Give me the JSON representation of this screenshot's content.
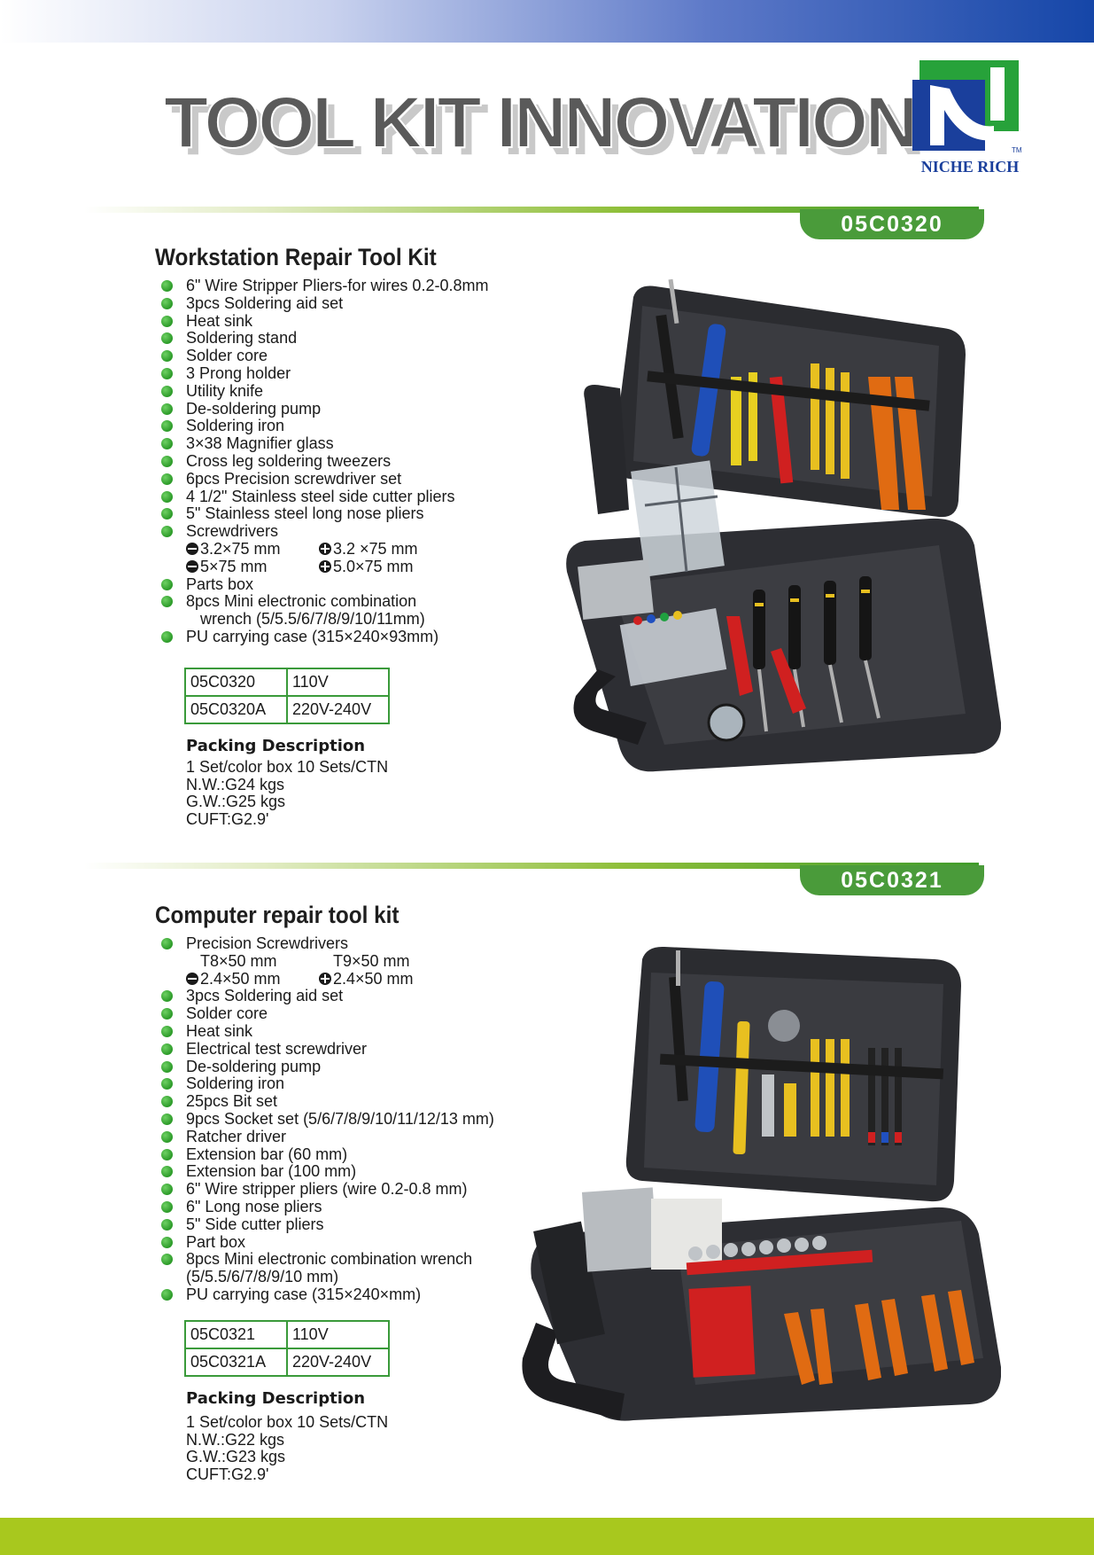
{
  "header": {
    "banner": "TOOL KIT INNOVATION",
    "brand": "NICHE RICH",
    "trademark": "TM"
  },
  "kits": [
    {
      "code": "05C0320",
      "title": "Workstation Repair Tool Kit",
      "items": [
        "6\" Wire Stripper Pliers-for wires 0.2-0.8mm",
        "3pcs Soldering aid set",
        "Heat sink",
        "Soldering stand",
        "Solder core",
        "3 Prong holder",
        "Utility knife",
        "De-soldering pump",
        "Soldering iron",
        "3×38 Magnifier glass",
        "Cross leg soldering tweezers",
        "6pcs Precision screwdriver set",
        "4 1/2\" Stainless steel side cutter pliers",
        "5\" Stainless steel long nose pliers",
        "Screwdrivers",
        "Parts box",
        "8pcs Mini electronic combination",
        "PU carrying case (315×240×93mm)"
      ],
      "screwdrivers": [
        "3.2×75 mm",
        "3.2 ×75 mm",
        "5×75 mm",
        "5.0×75 mm"
      ],
      "wrench_sizes": "wrench (5/5.5/6/7/8/9/10/11mm)",
      "variants": [
        {
          "model": "05C0320",
          "voltage": "110V"
        },
        {
          "model": "05C0320A",
          "voltage": "220V-240V"
        }
      ],
      "packing_title": "Packing Description",
      "packing": [
        "1 Set/color box 10 Sets/CTN",
        "N.W.:G24 kgs",
        "G.W.:G25 kgs",
        "CUFT:G2.9'"
      ]
    },
    {
      "code": "05C0321",
      "title": "Computer repair tool kit",
      "items": [
        "Precision Screwdrivers",
        "3pcs Soldering aid set",
        "Solder core",
        "Heat sink",
        "Electrical test screwdriver",
        "De-soldering pump",
        "Soldering iron",
        "25pcs Bit set",
        "9pcs Socket set (5/6/7/8/9/10/11/12/13 mm)",
        "Ratcher driver",
        "Extension bar (60 mm)",
        "Extension bar (100 mm)",
        "6\" Wire stripper pliers (wire 0.2-0.8 mm)",
        "6\" Long nose pliers",
        "5\" Side cutter pliers",
        "Part box",
        "8pcs Mini electronic combination wrench",
        "PU carrying case (315×240×mm)"
      ],
      "precision_sizes": [
        "T8×50 mm",
        "T9×50 mm",
        "2.4×50 mm",
        "2.4×50 mm"
      ],
      "wrench_sizes": "(5/5.5/6/7/8/9/10 mm)",
      "variants": [
        {
          "model": "05C0321",
          "voltage": "110V"
        },
        {
          "model": "05C0321A",
          "voltage": "220V-240V"
        }
      ],
      "packing_title": "Packing Description",
      "packing": [
        "1 Set/color box 10 Sets/CTN",
        "N.W.:G22 kgs",
        "G.W.:G23 kgs",
        "CUFT:G2.9'"
      ]
    }
  ],
  "colors": {
    "accent_green": "#4a9b3a",
    "bullet_green": "#2b9a28",
    "brand_blue": "#1a3f9c",
    "bottom_band": "#a8c81e"
  }
}
